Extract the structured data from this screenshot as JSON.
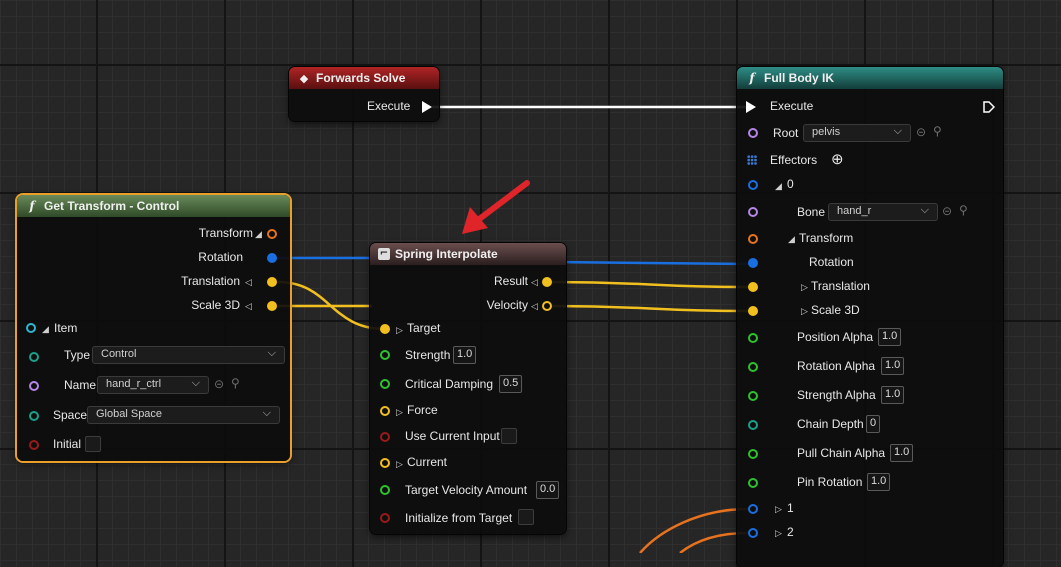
{
  "colors": {
    "exec": "#ffffff",
    "transform": "#e8731e",
    "vector_blue": "#1a6fe0",
    "vector_yellow": "#f2c01e",
    "float_green": "#2fc02f",
    "bool_red": "#9a1a1a",
    "name_purple": "#b585e8",
    "struct_cyan": "#2fb7d1",
    "teal": "#1aa08a",
    "selection": "#e8a02a",
    "arrow": "#e0252a"
  },
  "forwards_solve": {
    "title": "Forwards Solve",
    "execute": "Execute"
  },
  "get_transform": {
    "title": "Get Transform - Control",
    "outputs": {
      "transform": "Transform",
      "rotation": "Rotation",
      "translation": "Translation",
      "scale": "Scale 3D"
    },
    "item": "Item",
    "type_label": "Type",
    "type_value": "Control",
    "name_label": "Name",
    "name_value": "hand_r_ctrl",
    "space_label": "Space",
    "space_value": "Global Space",
    "initial_label": "Initial"
  },
  "spring": {
    "title": "Spring Interpolate",
    "result": "Result",
    "velocity": "Velocity",
    "target": "Target",
    "strength": "Strength",
    "strength_value": "1.0",
    "critical_damping": "Critical Damping",
    "critical_damping_value": "0.5",
    "force": "Force",
    "use_current_input": "Use Current Input",
    "current": "Current",
    "target_velocity_amount": "Target Velocity Amount",
    "target_velocity_amount_value": "0.0",
    "initialize_from_target": "Initialize from Target"
  },
  "full_body_ik": {
    "title": "Full Body IK",
    "execute": "Execute",
    "root_label": "Root",
    "root_value": "pelvis",
    "effectors": "Effectors",
    "index0": "0",
    "bone_label": "Bone",
    "bone_value": "hand_r",
    "transform": "Transform",
    "rotation": "Rotation",
    "translation": "Translation",
    "scale": "Scale 3D",
    "position_alpha": "Position Alpha",
    "position_alpha_value": "1.0",
    "rotation_alpha": "Rotation Alpha",
    "rotation_alpha_value": "1.0",
    "strength_alpha": "Strength Alpha",
    "strength_alpha_value": "1.0",
    "chain_depth": "Chain Depth",
    "chain_depth_value": "0",
    "pull_chain_alpha": "Pull Chain Alpha",
    "pull_chain_alpha_value": "1.0",
    "pin_rotation": "Pin Rotation",
    "pin_rotation_value": "1.0",
    "index1": "1",
    "index2": "2"
  },
  "icons": {
    "function": "f",
    "event": "◆",
    "chev": "⌵",
    "tri_right": "▷",
    "tri_down": "◢",
    "add": "⊕"
  }
}
